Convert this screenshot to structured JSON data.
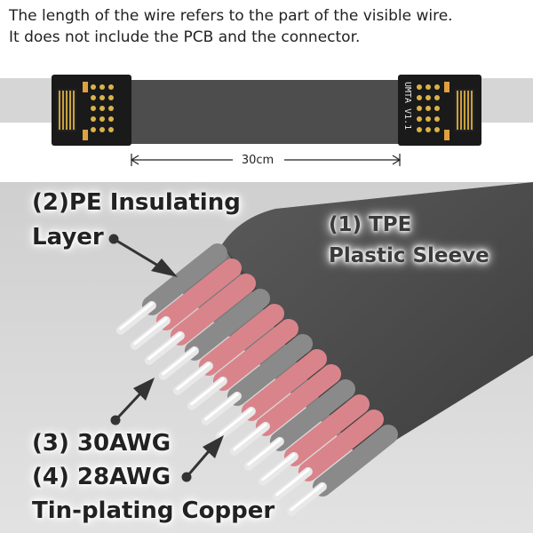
{
  "header": {
    "line1": "The length of the wire refers to the part of the visible wire.",
    "line2": "It does not include the PCB and the connector."
  },
  "cable": {
    "length_label": "30cm",
    "pcb_marking": "UMTA V1.1"
  },
  "callouts": {
    "pe_layer_line1": "(2)PE Insulating",
    "pe_layer_line2": "Layer",
    "tpe_line1": "(1) TPE",
    "tpe_line2": "Plastic Sleeve",
    "awg30": "(3) 30AWG",
    "awg28": "(4) 28AWG",
    "copper": "Tin-plating Copper"
  },
  "colors": {
    "sleeve": "#4a4a4a",
    "insulation_pink": "#d9848b",
    "insulation_grey": "#8a8a8a",
    "conductor": "#e8e8e8",
    "pcb": "#1a1a1a",
    "background_grey": "#c9c9c9"
  }
}
